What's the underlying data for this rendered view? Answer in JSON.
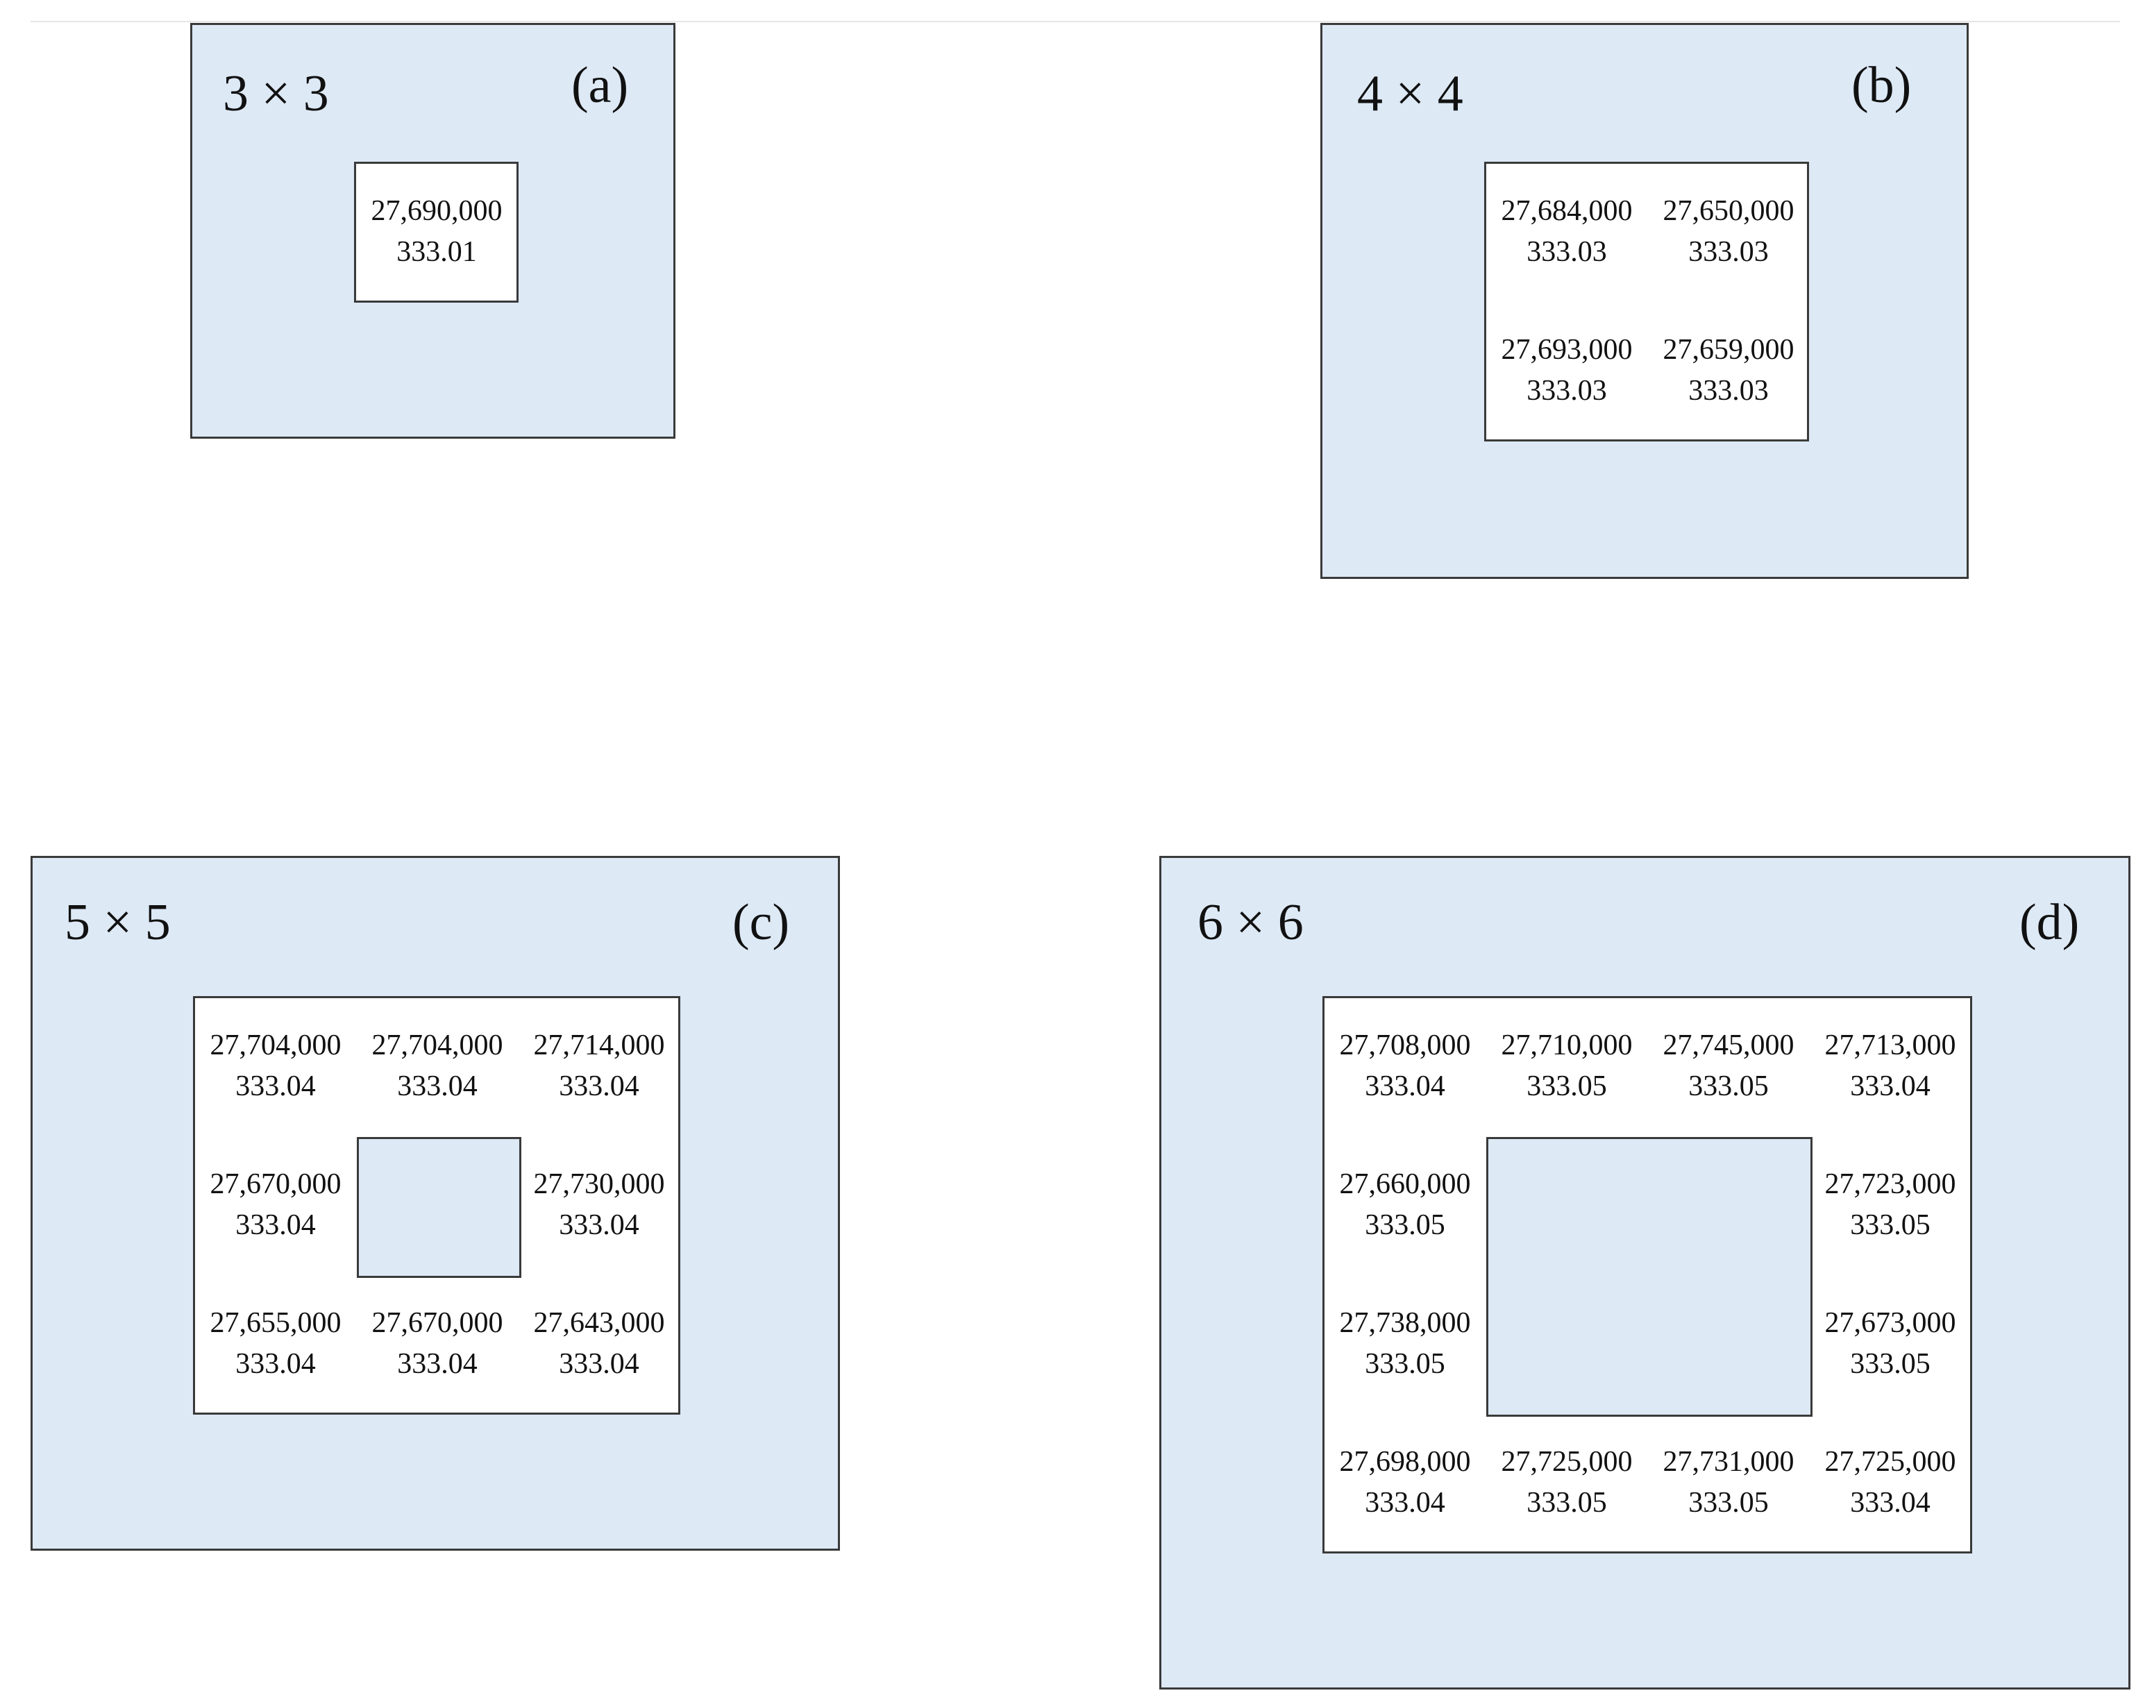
{
  "panels": {
    "a": {
      "size": "3 × 3",
      "label": "(a)",
      "cells": [
        {
          "value": "27,690,000",
          "ratio": "333.01"
        }
      ]
    },
    "b": {
      "size": "4 × 4",
      "label": "(b)",
      "cells": [
        {
          "value": "27,684,000",
          "ratio": "333.03"
        },
        {
          "value": "27,650,000",
          "ratio": "333.03"
        },
        {
          "value": "27,693,000",
          "ratio": "333.03"
        },
        {
          "value": "27,659,000",
          "ratio": "333.03"
        }
      ]
    },
    "c": {
      "size": "5 × 5",
      "label": "(c)",
      "cells": [
        {
          "value": "27,704,000",
          "ratio": "333.04"
        },
        {
          "value": "27,704,000",
          "ratio": "333.04"
        },
        {
          "value": "27,714,000",
          "ratio": "333.04"
        },
        {
          "value": "27,670,000",
          "ratio": "333.04"
        },
        {
          "value": "27,730,000",
          "ratio": "333.04"
        },
        {
          "value": "27,655,000",
          "ratio": "333.04"
        },
        {
          "value": "27,670,000",
          "ratio": "333.04"
        },
        {
          "value": "27,643,000",
          "ratio": "333.04"
        }
      ]
    },
    "d": {
      "size": "6 × 6",
      "label": "(d)",
      "cells": [
        {
          "value": "27,708,000",
          "ratio": "333.04"
        },
        {
          "value": "27,710,000",
          "ratio": "333.05"
        },
        {
          "value": "27,745,000",
          "ratio": "333.05"
        },
        {
          "value": "27,713,000",
          "ratio": "333.04"
        },
        {
          "value": "27,660,000",
          "ratio": "333.05"
        },
        {
          "value": "27,723,000",
          "ratio": "333.05"
        },
        {
          "value": "27,738,000",
          "ratio": "333.05"
        },
        {
          "value": "27,673,000",
          "ratio": "333.05"
        },
        {
          "value": "27,698,000",
          "ratio": "333.04"
        },
        {
          "value": "27,725,000",
          "ratio": "333.05"
        },
        {
          "value": "27,731,000",
          "ratio": "333.05"
        },
        {
          "value": "27,725,000",
          "ratio": "333.04"
        }
      ]
    }
  }
}
